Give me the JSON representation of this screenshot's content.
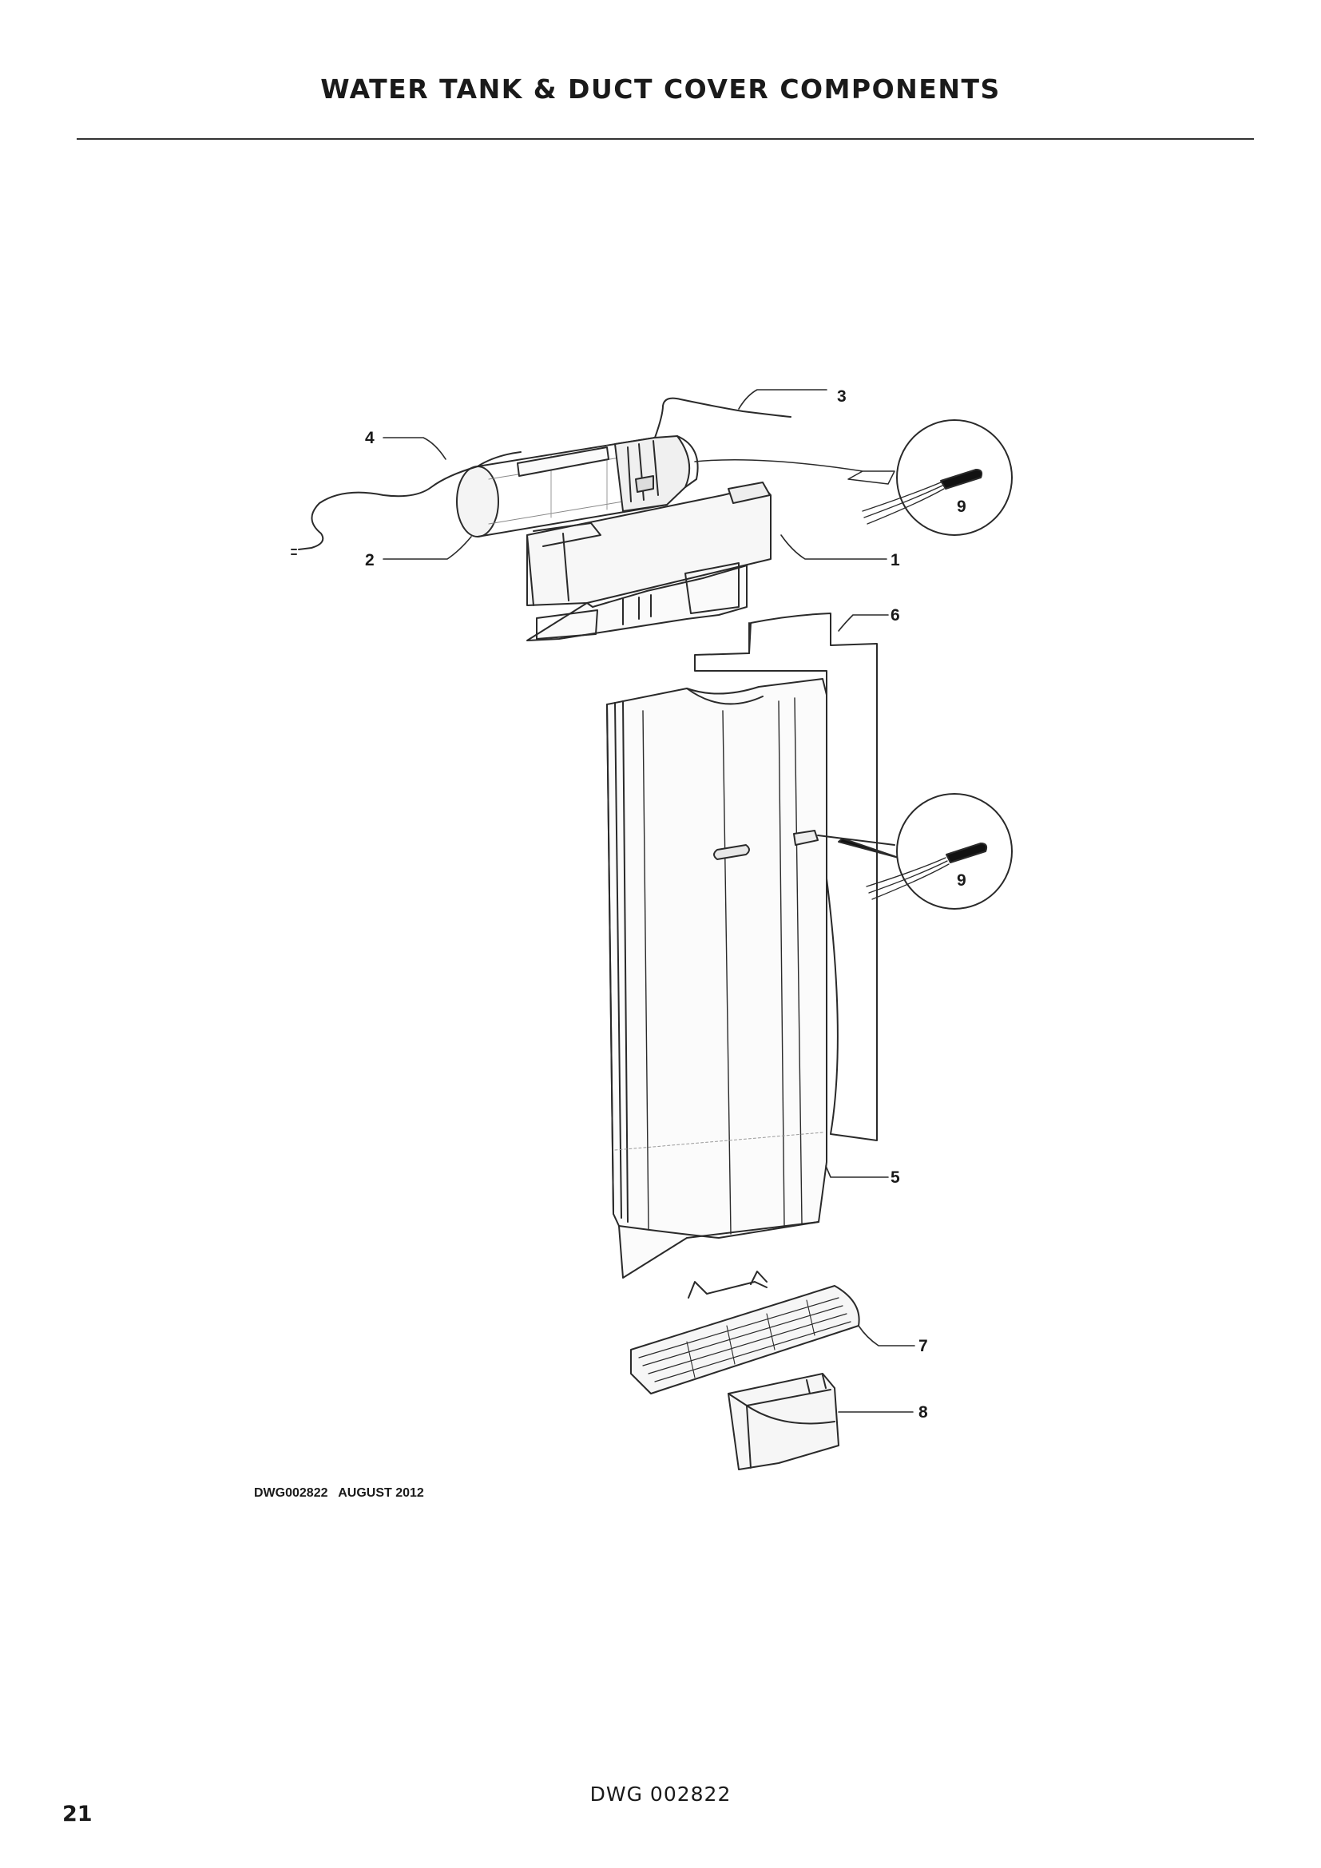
{
  "header": {
    "title": "WATER TANK & DUCT COVER COMPONENTS"
  },
  "diagram": {
    "callouts": {
      "c1": "1",
      "c2": "2",
      "c3": "3",
      "c4": "4",
      "c5": "5",
      "c6": "6",
      "c7": "7",
      "c8": "8",
      "c9a": "9",
      "c9b": "9"
    },
    "stamp": "DWG002822   AUGUST 2012"
  },
  "footer": {
    "dwg": "DWG 002822",
    "page_number": "21"
  }
}
